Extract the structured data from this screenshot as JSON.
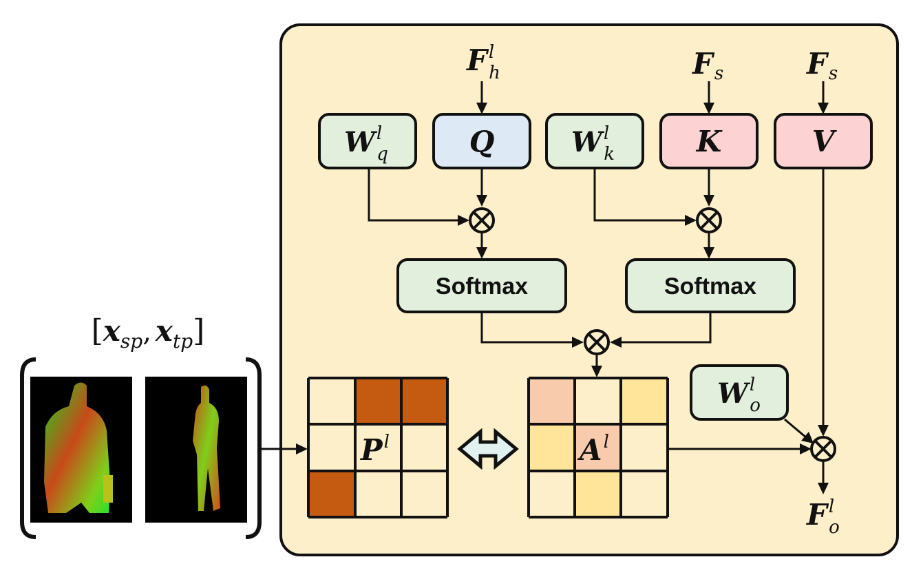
{
  "input": {
    "label_open": "[",
    "x_sp": "x",
    "x_sp_sub": "sp",
    "comma": ",",
    "x_tp": "x",
    "x_tp_sub": "tp",
    "label_close": "]"
  },
  "top_inputs": {
    "f_h": {
      "main": "F",
      "sub": "h",
      "sup": "l"
    },
    "f_s_1": {
      "main": "F",
      "sub": "s"
    },
    "f_s_2": {
      "main": "F",
      "sub": "s"
    }
  },
  "boxes": {
    "w_q": {
      "main": "W",
      "sub": "q",
      "sup": "l"
    },
    "q": {
      "main": "Q"
    },
    "w_k": {
      "main": "W",
      "sub": "k",
      "sup": "l"
    },
    "k": {
      "main": "K"
    },
    "v": {
      "main": "V"
    },
    "softmax_1": "Softmax",
    "softmax_2": "Softmax",
    "w_o": {
      "main": "W",
      "sub": "o",
      "sup": "l"
    }
  },
  "operator_symbol": "⊗",
  "matrices": {
    "p": {
      "main": "P",
      "sup": "l"
    },
    "a": {
      "main": "A",
      "sup": "l"
    }
  },
  "output": {
    "main": "F",
    "sub": "o",
    "sup": "l"
  },
  "colors": {
    "panel_fill": "#fdefc9",
    "green_box": "#e2efdc",
    "blue_box": "#dde9f5",
    "pink_box": "#fdd2d3",
    "p_dark": "#c55a11",
    "a_peach": "#f8cbad",
    "a_yellow": "#ffe599",
    "arrow_fill": "#e1f1ef"
  }
}
